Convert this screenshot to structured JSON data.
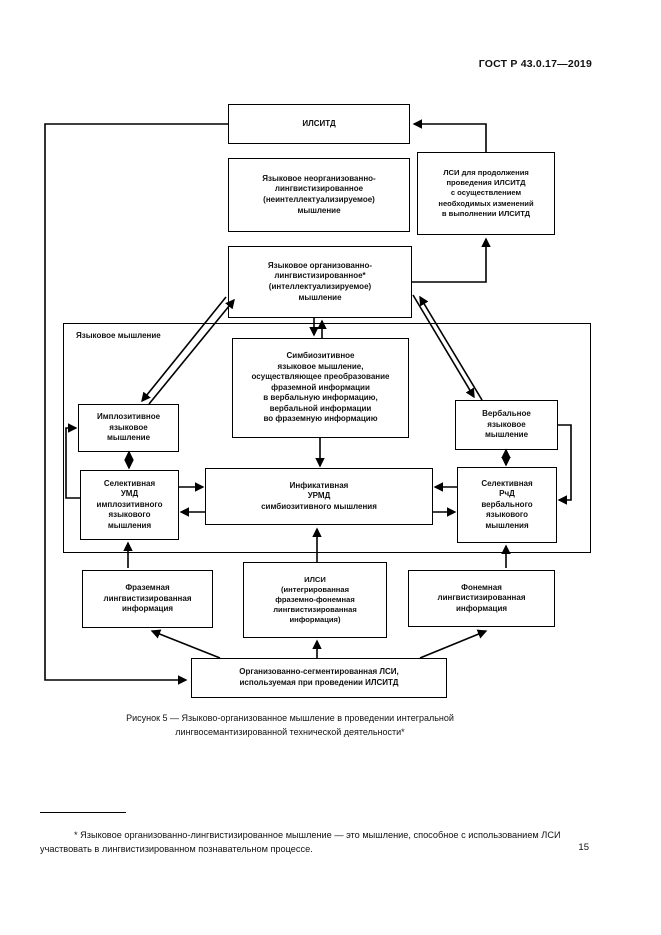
{
  "header": {
    "standard_number": "ГОСТ Р 43.0.17—2019"
  },
  "diagram": {
    "container_label": "Языковое мышление",
    "boxes": {
      "ilsitd": "ИЛСИТД",
      "neorg": "Языковое неорганизованно-\nлингвистизированное\n(неинтеллектуализируемое)\nмышление",
      "lsi_prodolzh": "ЛСИ для продолжения\nпроведения ИЛСИТД\nс осуществлением\nнеобходимых изменений\nв выполнении ИЛСИТД",
      "org": "Языковое организованно-\nлингвистизированное*\n(интеллектуализируемое)\nмышление",
      "simbioz": "Симбиозитивное\nязыковое мышление,\nосуществляющее преобразование\nфраземной информации\nв вербальную информацию,\nвербальной информации\nво фраземную информацию",
      "implozit": "Имплозитивное\nязыковое\nмышление",
      "verbal": "Вербальное\nязыковое\nмышление",
      "sel_umd": "Селективная\nУМД\nимплозитивного\nязыкового\nмышления",
      "urmd": "Инфикативная\nУРМД\nсимбиозитивного мышления",
      "sel_rchd": "Селективная\nРчД\nвербального\nязыкового\nмышления",
      "frazem": "Фраземная\nлингвистизированная\nинформация",
      "ilsi": "ИЛСИ\n(интегрированная\nфраземно-фонемная\nлингвистизированная\nинформация)",
      "fonem": "Фонемная\nлингвистизированная\nинформация",
      "org_segm": "Организованно-сегментированная ЛСИ,\nиспользуемая при проведении ИЛСИТД"
    }
  },
  "caption": {
    "line1": "Рисунок 5 — Языково-организованное мышление в проведении интегральной",
    "line2": "лингвосемантизированной технической деятельности*"
  },
  "footnote": {
    "text": "* Языковое организованно-лингвистизированное мышление — это мышление, способное с использованием ЛСИ участвовать в лингвистизированном познавательном процессе."
  },
  "page_number": "15"
}
